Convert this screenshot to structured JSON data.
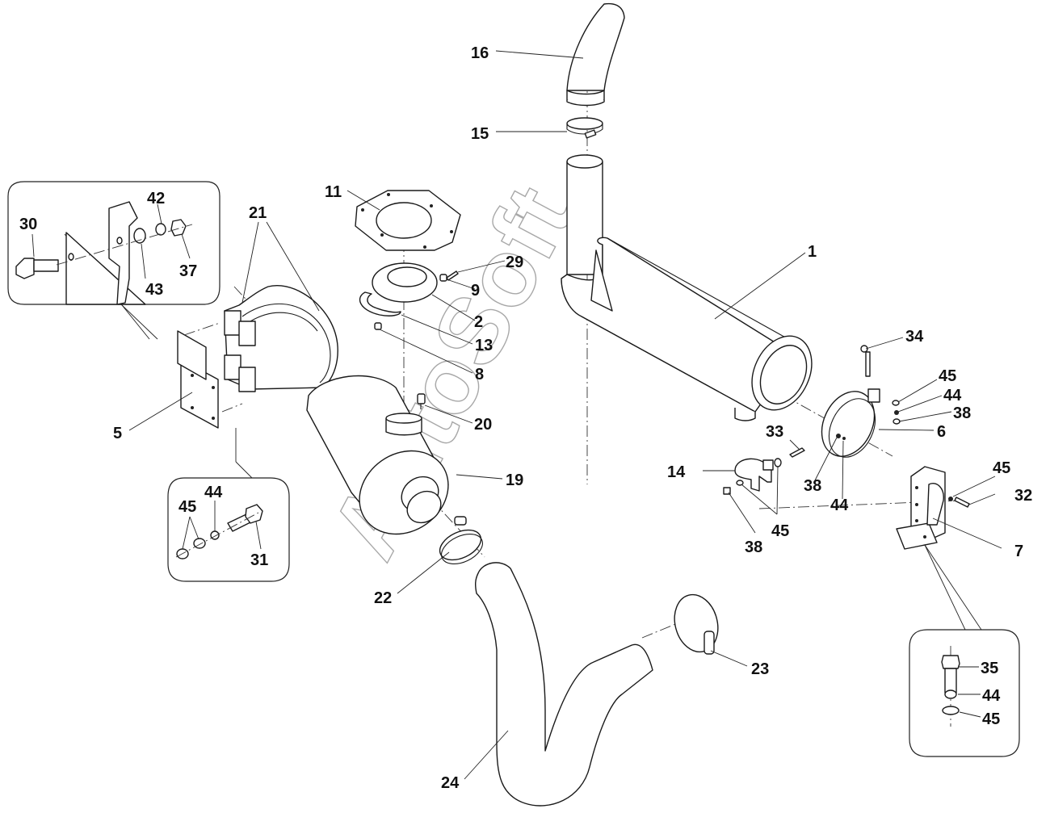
{
  "diagram": {
    "title": "Exhaust / Air Intake Assembly — Exploded View",
    "watermark": "AutoSoft",
    "line_color": "#1a1a1a",
    "background": "#ffffff",
    "callouts": [
      {
        "id": "c16",
        "label": "16",
        "part": "intake-elbow-pipe"
      },
      {
        "id": "c15",
        "label": "15",
        "part": "hose-clamp-upper"
      },
      {
        "id": "c11",
        "label": "11",
        "part": "mounting-plate-gasket"
      },
      {
        "id": "c29",
        "label": "29",
        "part": "screw"
      },
      {
        "id": "c9",
        "label": "9",
        "part": "fitting"
      },
      {
        "id": "c2",
        "label": "2",
        "part": "ring-seal"
      },
      {
        "id": "c13",
        "label": "13",
        "part": "half-ring"
      },
      {
        "id": "c8",
        "label": "8",
        "part": "plug"
      },
      {
        "id": "c20",
        "label": "20",
        "part": "service-indicator"
      },
      {
        "id": "c19",
        "label": "19",
        "part": "air-filter-housing"
      },
      {
        "id": "c21",
        "label": "21",
        "part": "filter-mounting-band"
      },
      {
        "id": "c5",
        "label": "5",
        "part": "bracket-plate"
      },
      {
        "id": "c22",
        "label": "22",
        "part": "hose-clamp-filter"
      },
      {
        "id": "c24",
        "label": "24",
        "part": "intake-hose"
      },
      {
        "id": "c23",
        "label": "23",
        "part": "hose-clamp-lower"
      },
      {
        "id": "c1",
        "label": "1",
        "part": "muffler"
      },
      {
        "id": "c34",
        "label": "34",
        "part": "bolt"
      },
      {
        "id": "c45a",
        "label": "45",
        "part": "washer"
      },
      {
        "id": "c44a",
        "label": "44",
        "part": "lock-washer"
      },
      {
        "id": "c38a",
        "label": "38",
        "part": "nut"
      },
      {
        "id": "c6",
        "label": "6",
        "part": "muffler-band"
      },
      {
        "id": "c33",
        "label": "33",
        "part": "bolt"
      },
      {
        "id": "c14",
        "label": "14",
        "part": "pipe-clamp"
      },
      {
        "id": "c38b",
        "label": "38",
        "part": "nut"
      },
      {
        "id": "c44b",
        "label": "44",
        "part": "lock-washer"
      },
      {
        "id": "c45b",
        "label": "45",
        "part": "washer"
      },
      {
        "id": "c38c",
        "label": "38",
        "part": "nut"
      },
      {
        "id": "c45c",
        "label": "45",
        "part": "washer"
      },
      {
        "id": "c32",
        "label": "32",
        "part": "bolt"
      },
      {
        "id": "c7",
        "label": "7",
        "part": "muffler-support-bracket"
      }
    ],
    "insets": {
      "top_left": {
        "callouts": [
          {
            "id": "i30",
            "label": "30",
            "part": "bolt"
          },
          {
            "id": "i42",
            "label": "42",
            "part": "lock-washer"
          },
          {
            "id": "i43",
            "label": "43",
            "part": "washer"
          },
          {
            "id": "i37",
            "label": "37",
            "part": "nut"
          }
        ]
      },
      "bottom_left": {
        "callouts": [
          {
            "id": "i45",
            "label": "45",
            "part": "washer"
          },
          {
            "id": "i44",
            "label": "44",
            "part": "lock-washer"
          },
          {
            "id": "i31",
            "label": "31",
            "part": "bolt"
          }
        ]
      },
      "bottom_right": {
        "callouts": [
          {
            "id": "i35",
            "label": "35",
            "part": "bolt"
          },
          {
            "id": "i44r",
            "label": "44",
            "part": "lock-washer"
          },
          {
            "id": "i45r",
            "label": "45",
            "part": "washer"
          }
        ]
      }
    }
  }
}
